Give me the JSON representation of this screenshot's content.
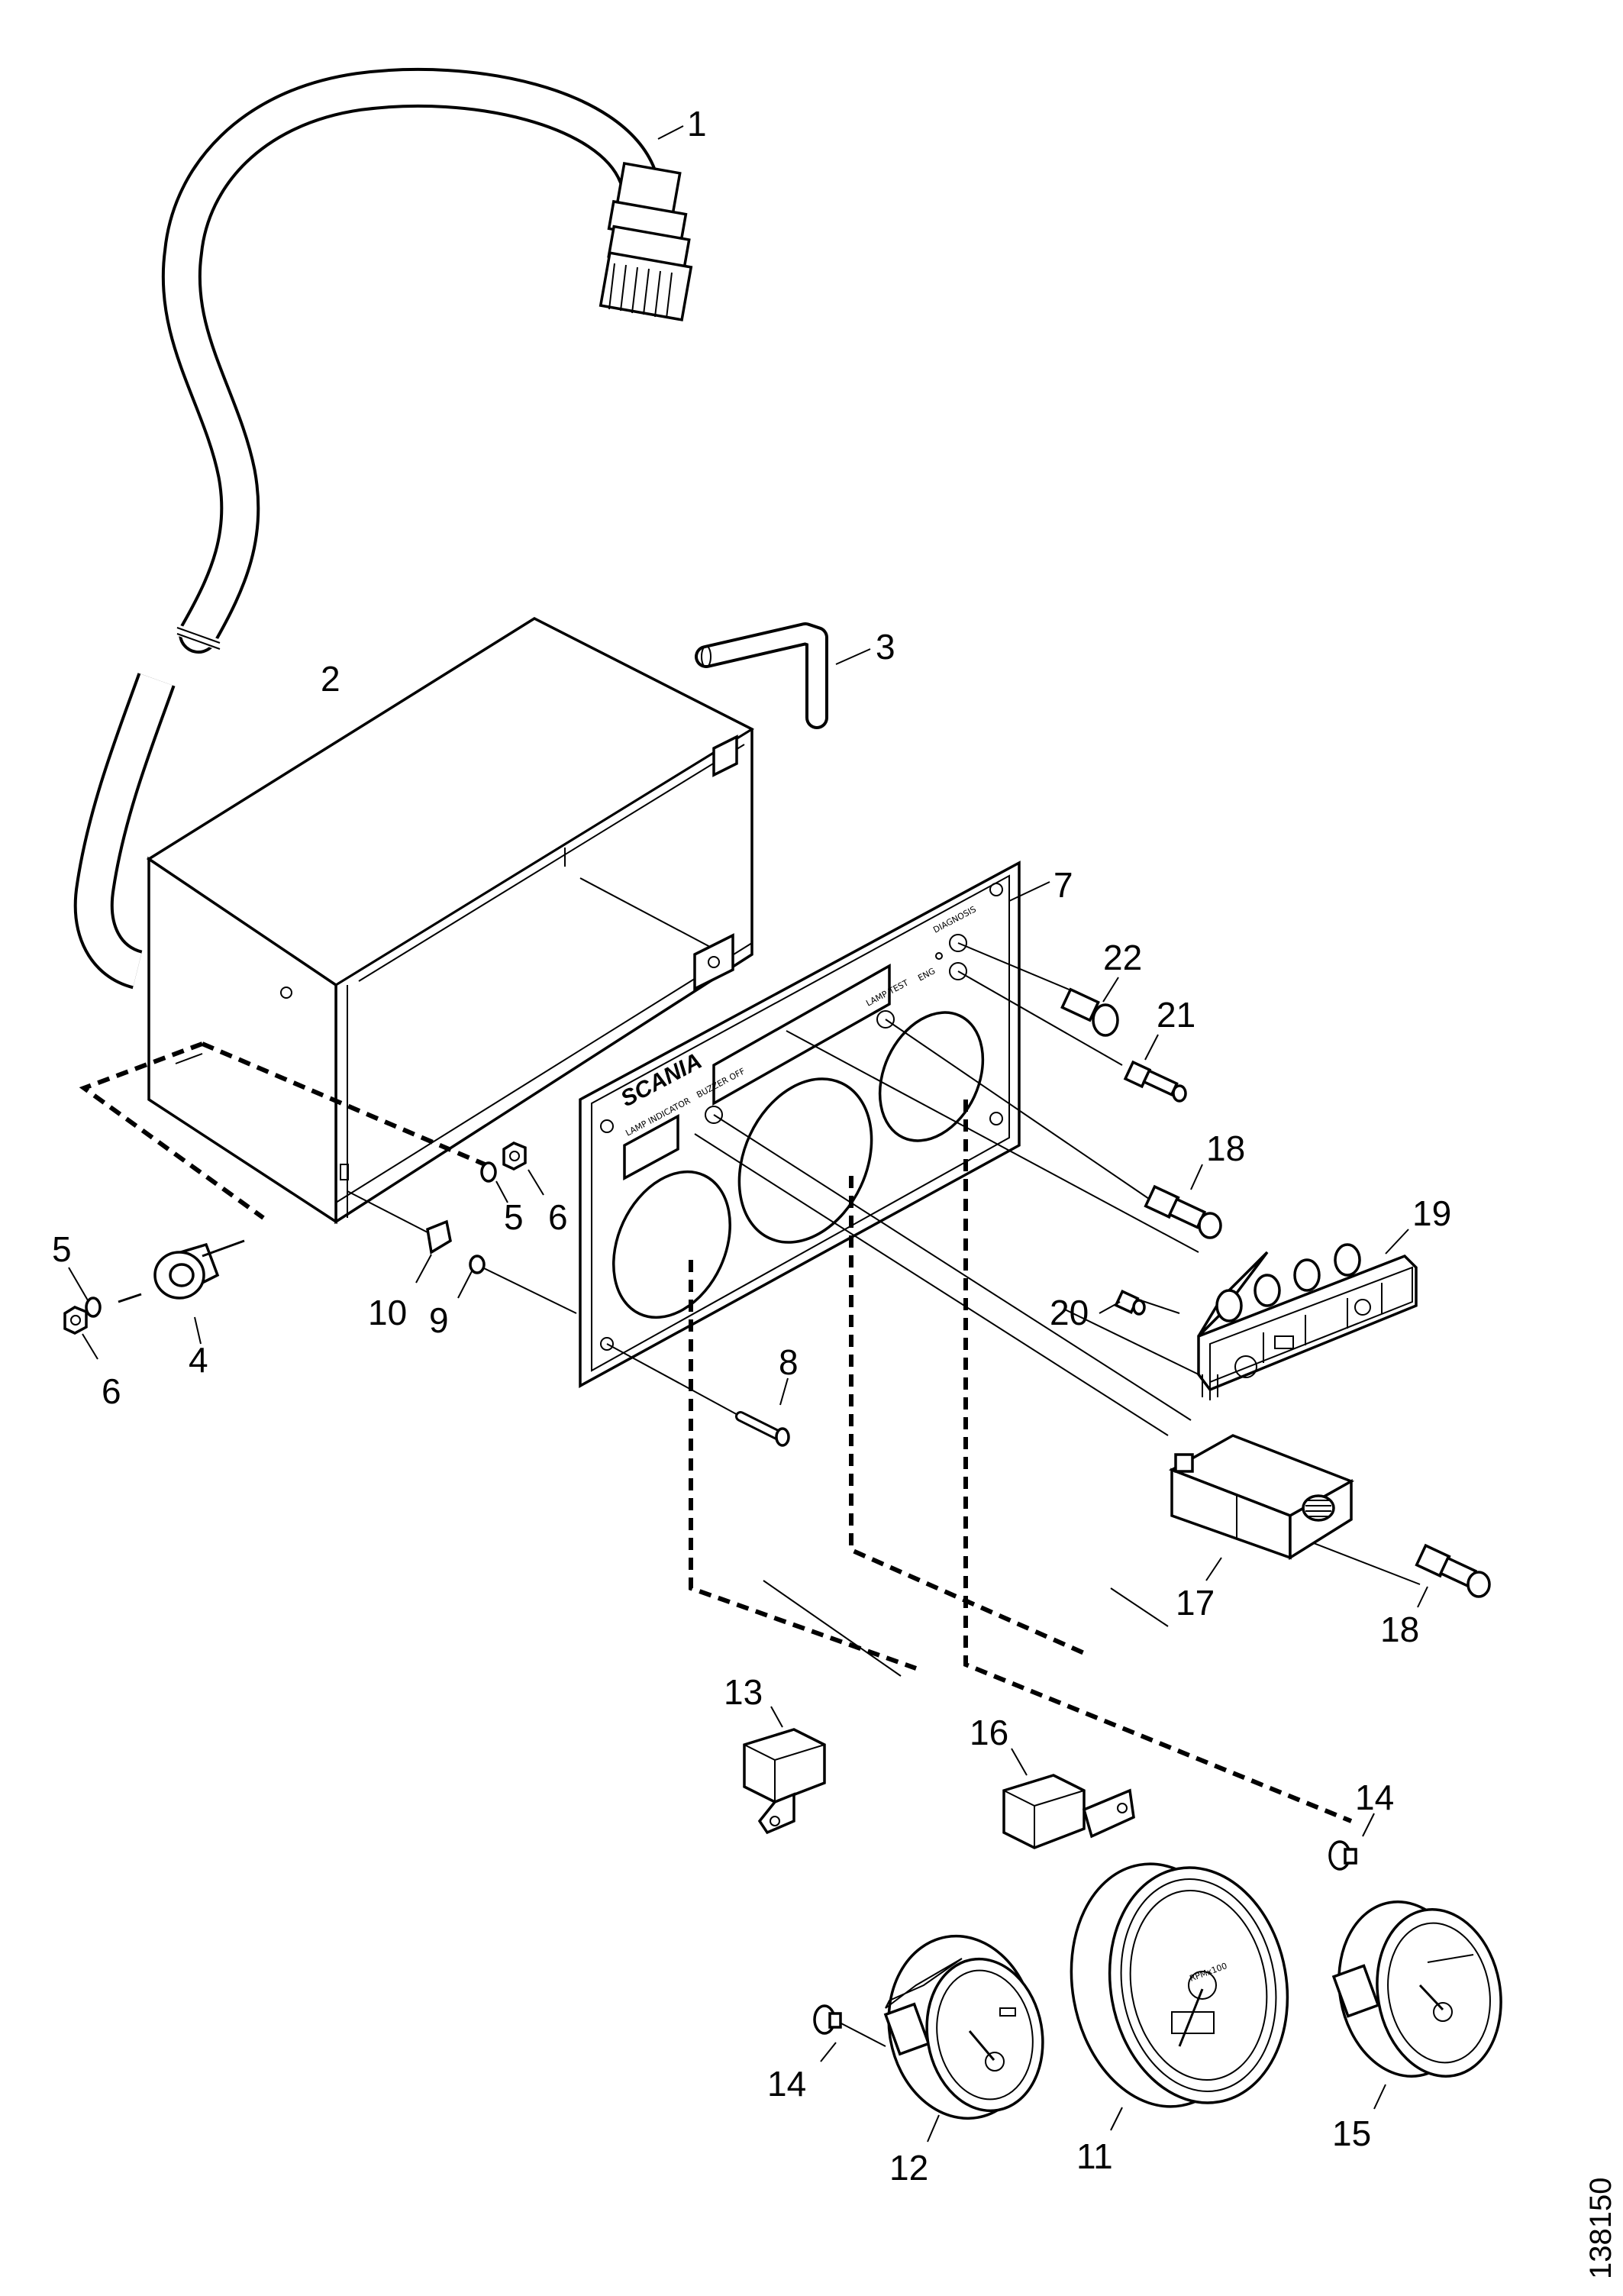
{
  "callouts": [
    {
      "id": "1",
      "text": "1"
    },
    {
      "id": "2",
      "text": "2"
    },
    {
      "id": "3",
      "text": "3"
    },
    {
      "id": "4",
      "text": "4"
    },
    {
      "id": "5a",
      "text": "5"
    },
    {
      "id": "5b",
      "text": "5"
    },
    {
      "id": "6a",
      "text": "6"
    },
    {
      "id": "6b",
      "text": "6"
    },
    {
      "id": "7",
      "text": "7"
    },
    {
      "id": "8",
      "text": "8"
    },
    {
      "id": "9",
      "text": "9"
    },
    {
      "id": "10",
      "text": "10"
    },
    {
      "id": "11",
      "text": "11"
    },
    {
      "id": "12",
      "text": "12"
    },
    {
      "id": "13",
      "text": "13"
    },
    {
      "id": "14a",
      "text": "14"
    },
    {
      "id": "14b",
      "text": "14"
    },
    {
      "id": "15",
      "text": "15"
    },
    {
      "id": "16",
      "text": "16"
    },
    {
      "id": "17",
      "text": "17"
    },
    {
      "id": "18a",
      "text": "18"
    },
    {
      "id": "18b",
      "text": "18"
    },
    {
      "id": "19",
      "text": "19"
    },
    {
      "id": "20",
      "text": "20"
    },
    {
      "id": "21",
      "text": "21"
    },
    {
      "id": "22",
      "text": "22"
    }
  ],
  "panel": {
    "brand": "SCANIA",
    "labels": {
      "lamp_indicator": "LAMP INDICATOR",
      "buzzer_off": "BUZZER OFF",
      "lamp_test": "LAMP TEST",
      "diagnosis": "DIAGNOSIS",
      "eng": "ENG"
    }
  },
  "tacho": {
    "label": "RPMx100"
  },
  "figure_number": "138150"
}
